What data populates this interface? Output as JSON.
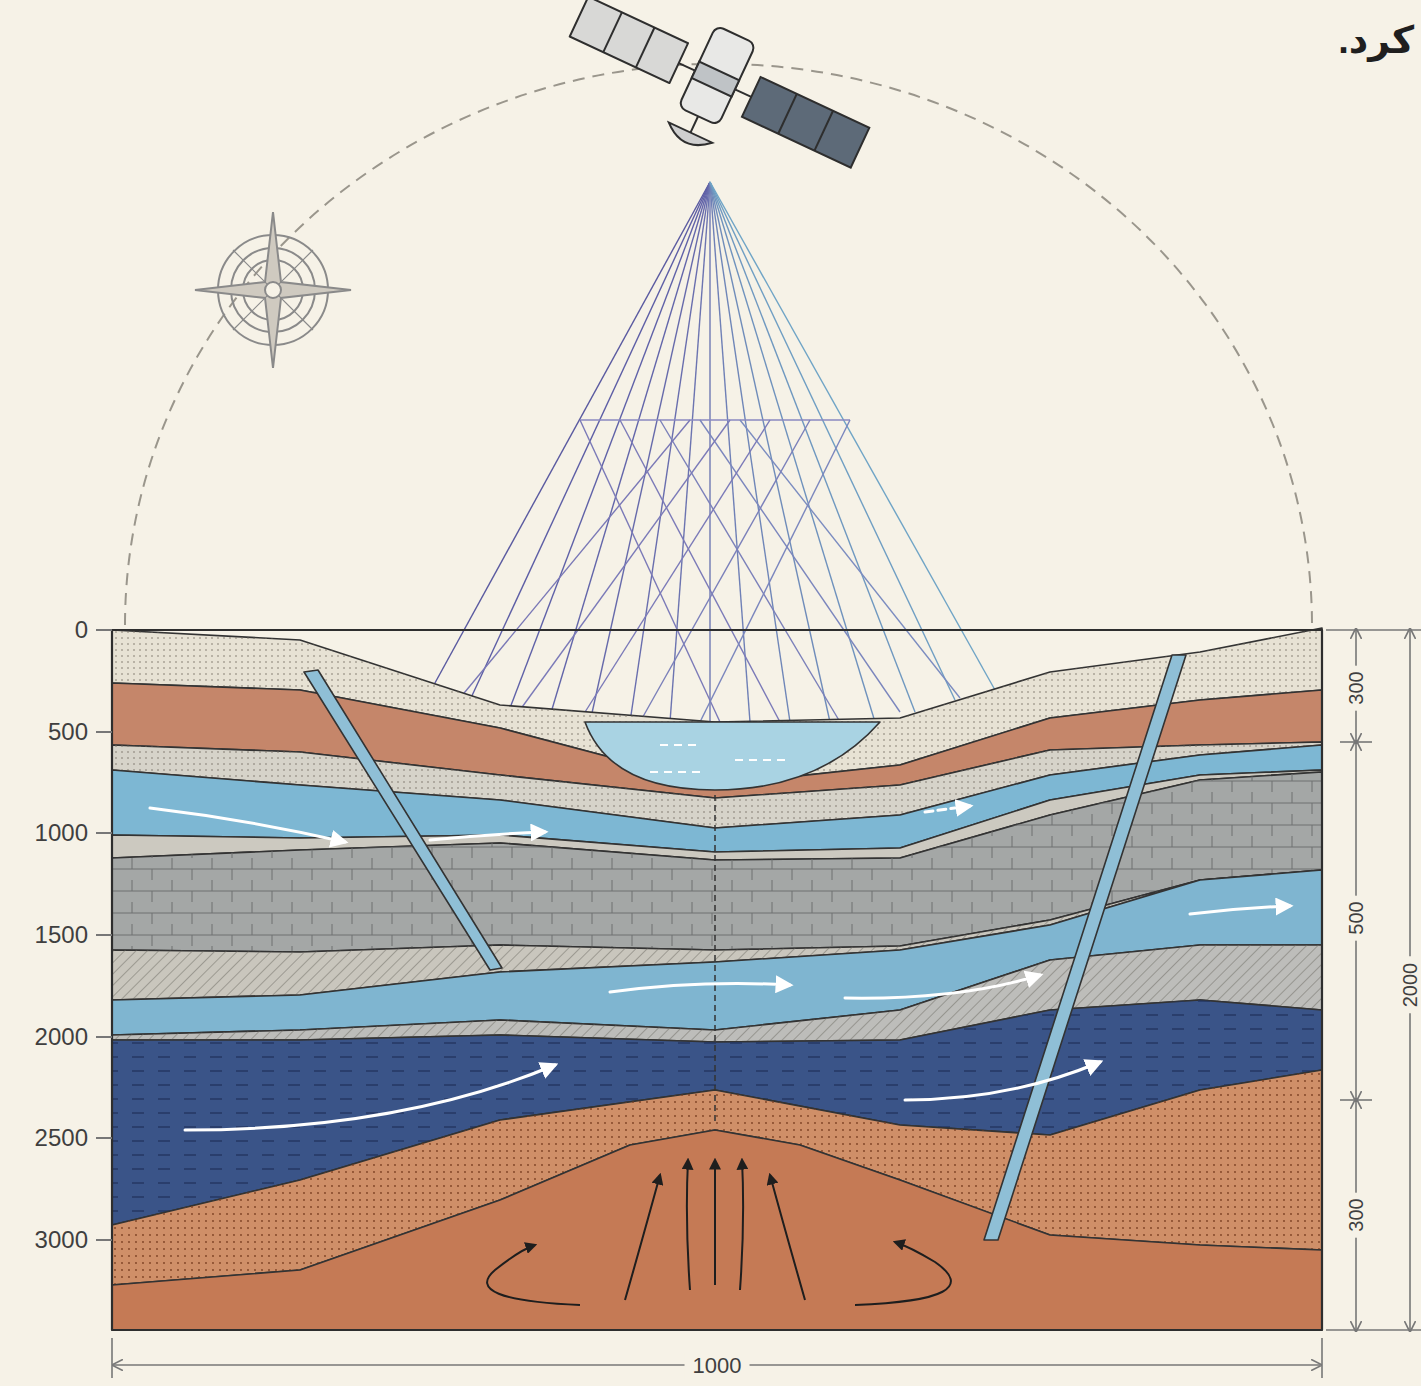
{
  "diagram": {
    "labels": [
      "کرد.",
      "0",
      "500",
      "1000",
      "1500",
      "2000",
      "2500",
      "3000",
      "300",
      "500",
      "2000",
      "300",
      "1000"
    ]
  }
}
